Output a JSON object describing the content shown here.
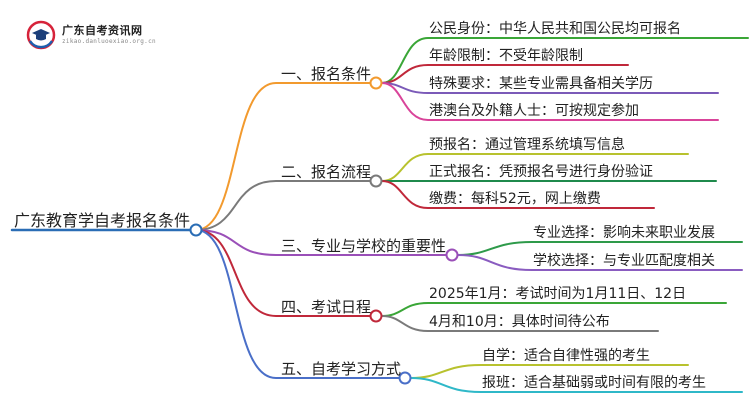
{
  "logo": {
    "title": "广东自考资讯网",
    "subtitle": "zikao.danluoexiao.org.cn"
  },
  "colors": {
    "root_line": "#2a6db5",
    "branch_1": "#f29a2e",
    "branch_2": "#7a7a7a",
    "branch_3": "#9a4fb8",
    "branch_4": "#c0283a",
    "branch_5": "#4a6fc8"
  },
  "mindmap": {
    "root": "广东教育学自考报名条件",
    "branches": [
      {
        "label": "一、报名条件",
        "children": [
          {
            "text": "公民身份：中华人民共和国公民均可报名",
            "color": "#3aa637"
          },
          {
            "text": "年龄限制：不受年龄限制",
            "color": "#c0283a"
          },
          {
            "text": "特殊要求：某些专业需具备相关学历",
            "color": "#7b5ab8"
          },
          {
            "text": "港澳台及外籍人士：可按规定参加",
            "color": "#d9449a"
          }
        ]
      },
      {
        "label": "二、报名流程",
        "children": [
          {
            "text": "预报名：通过管理系统填写信息",
            "color": "#b8c22e"
          },
          {
            "text": "正式报名：凭预报名号进行身份验证",
            "color": "#1f8a4c"
          },
          {
            "text": "缴费：每科52元，网上缴费",
            "color": "#c0283a"
          }
        ]
      },
      {
        "label": "三、专业与学校的重要性",
        "children": [
          {
            "text": "专业选择：影响未来职业发展",
            "color": "#2e9a4a"
          },
          {
            "text": "学校选择：与专业匹配度相关",
            "color": "#8a5cc0"
          }
        ]
      },
      {
        "label": "四、考试日程",
        "children": [
          {
            "text": "2025年1月：考试时间为1月11日、12日",
            "color": "#3aa637"
          },
          {
            "text": "4月和10月：具体时间待公布",
            "color": "#7a7a7a"
          }
        ]
      },
      {
        "label": "五、自考学习方式",
        "children": [
          {
            "text": "自学：适合自律性强的考生",
            "color": "#b8c22e"
          },
          {
            "text": "报班：适合基础弱或时间有限的考生",
            "color": "#2fb8c8"
          }
        ]
      }
    ]
  }
}
